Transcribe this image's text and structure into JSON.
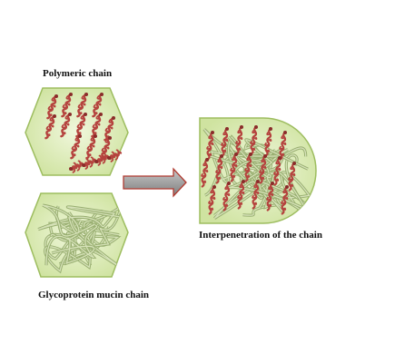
{
  "labels": {
    "polymeric_chain": "Polymeric chain",
    "mucin_chain": "Glycoprotein mucin chain",
    "interpenetration": "Interpenetration of the chain"
  },
  "colors": {
    "panel_fill": "#dcebb5",
    "panel_stroke": "#9dbd5f",
    "chain_red": "#b5433e",
    "chain_red_dark": "#8a2c2a",
    "mucin_strand": "#98ae70",
    "mucin_strand_light": "#d6e2b8",
    "arrow_fill": "#9a9a9a",
    "arrow_stroke": "#b03a30"
  },
  "icons": {
    "polymer_panel": "hexagon-with-red-polymer-chains",
    "mucin_panel": "hexagon-with-tangled-green-strands",
    "arrow": "right-arrow",
    "result_panel": "d-shaped-panel-with-interpenetrated-chains"
  }
}
